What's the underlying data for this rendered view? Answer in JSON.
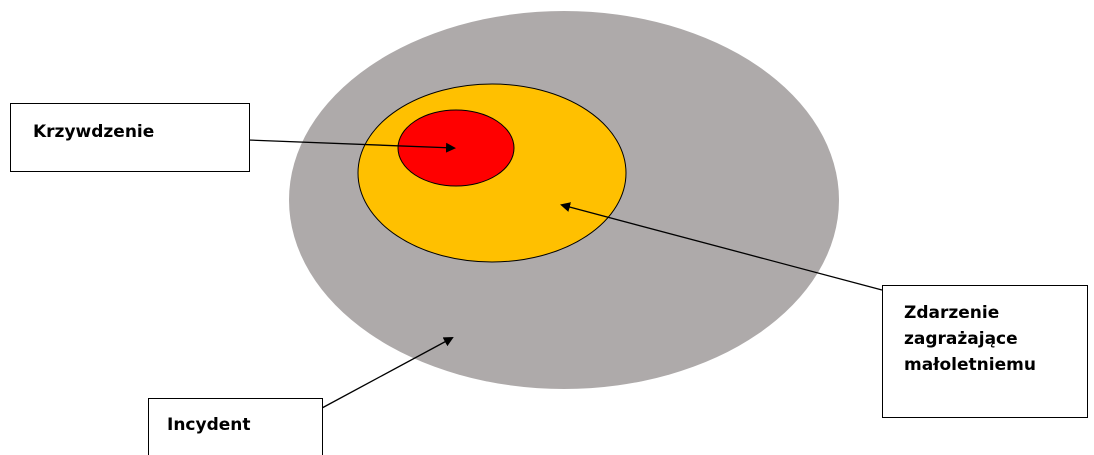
{
  "diagram": {
    "colors": {
      "outer": "#aeaaaa",
      "middle": "#ffc000",
      "inner": "#ff0000",
      "stroke": "#000000",
      "box_border": "#000000",
      "box_fill": "#ffffff"
    },
    "labels": {
      "krzywdzenie": "Krzywdzenie",
      "zdarzenie": [
        "Zdarzenie",
        "zagrażające",
        "małoletniemu"
      ],
      "incydent": "Incydent"
    }
  }
}
